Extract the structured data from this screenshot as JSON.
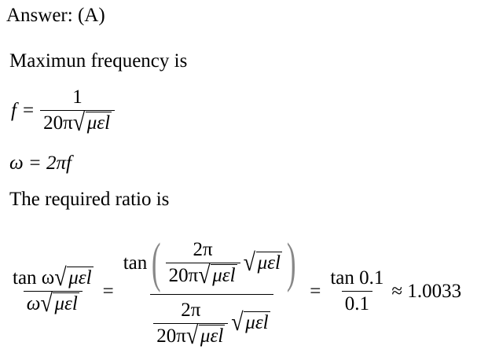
{
  "answer": "Answer: (A)",
  "line1": "Maximun frequency is",
  "eq1": {
    "lhs": "f",
    "eq": "=",
    "num": "1",
    "den_coef": "20π",
    "root": "μεl"
  },
  "eq2": "ω = 2πf",
  "line2": "The required ratio is",
  "eq3": {
    "lhs_num_tan": "tan ω",
    "root": "μεl",
    "lhs_den_omega": "ω",
    "eq": "=",
    "mid_num_tan": "tan",
    "two_pi": "2π",
    "den_coef": "20π",
    "eq2": "=",
    "rhs_num": "tan 0.1",
    "rhs_den": "0.1",
    "approx": "≈ 1.0033"
  }
}
